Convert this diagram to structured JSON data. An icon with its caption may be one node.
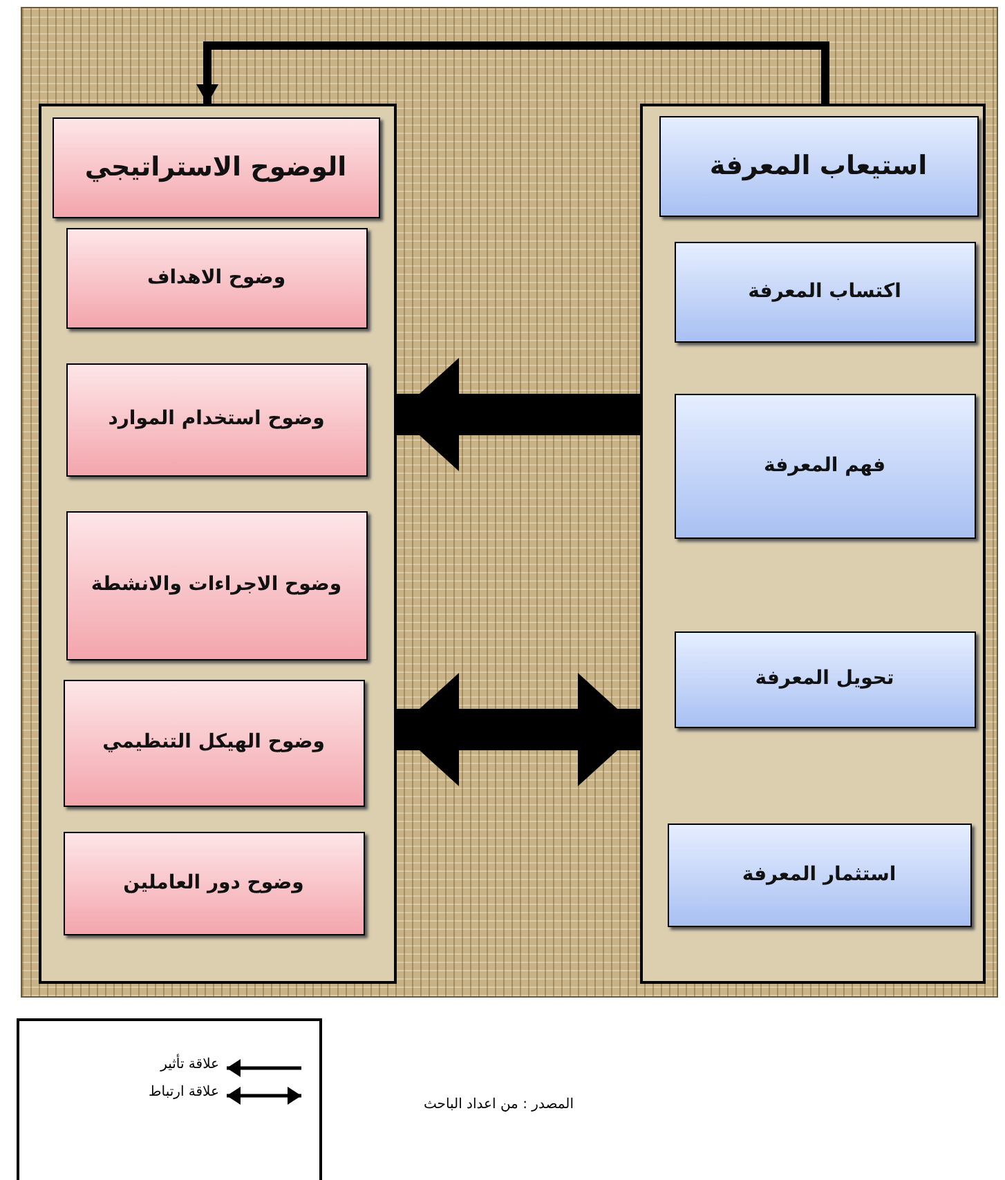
{
  "diagram": {
    "nodes": [
      {
        "text": [],
        "shape": "box"
      },
      {
        "text": [
          "الوضوح الاستراتيجي"
        ],
        "in": 0
      },
      {
        "text": [
          "وضوح الاهداف"
        ],
        "in": 0
      },
      {
        "text": [
          "وضوح استخدام الموارد"
        ],
        "in": 0
      },
      {
        "text": [
          "وضوح الاجراءات والانشطة"
        ],
        "in": 0
      },
      {
        "text": [
          "وضوح الهيكل التنظيمي"
        ],
        "in": 0
      },
      {
        "text": [
          "وضوح دور العاملين"
        ],
        "in": 0
      },
      {
        "text": [],
        "shape": "box"
      },
      {
        "text": [
          "استيعاب المعرفة"
        ],
        "in": 7
      },
      {
        "text": [
          "اكتساب المعرفة"
        ],
        "in": 7
      },
      {
        "text": [
          "فهم المعرفة"
        ],
        "in": 7
      },
      {
        "text": [
          "تحويل المعرفة"
        ],
        "in": 7
      },
      {
        "text": [
          "استثمار المعرفة"
        ],
        "in": 7
      }
    ],
    "edges": [
      {
        "from": 7,
        "to": 0,
        "arrow": "to"
      },
      {
        "from": 7,
        "to": 0,
        "arrow": "to"
      },
      {
        "from": 0,
        "to": 7,
        "arrow": "both"
      }
    ],
    "labels": [
      "المصدر : من اعداد الباحث"
    ],
    "legend": [
      {
        "text": "علاقة تأثير"
      },
      {
        "text": "علاقة ارتباط"
      }
    ]
  }
}
